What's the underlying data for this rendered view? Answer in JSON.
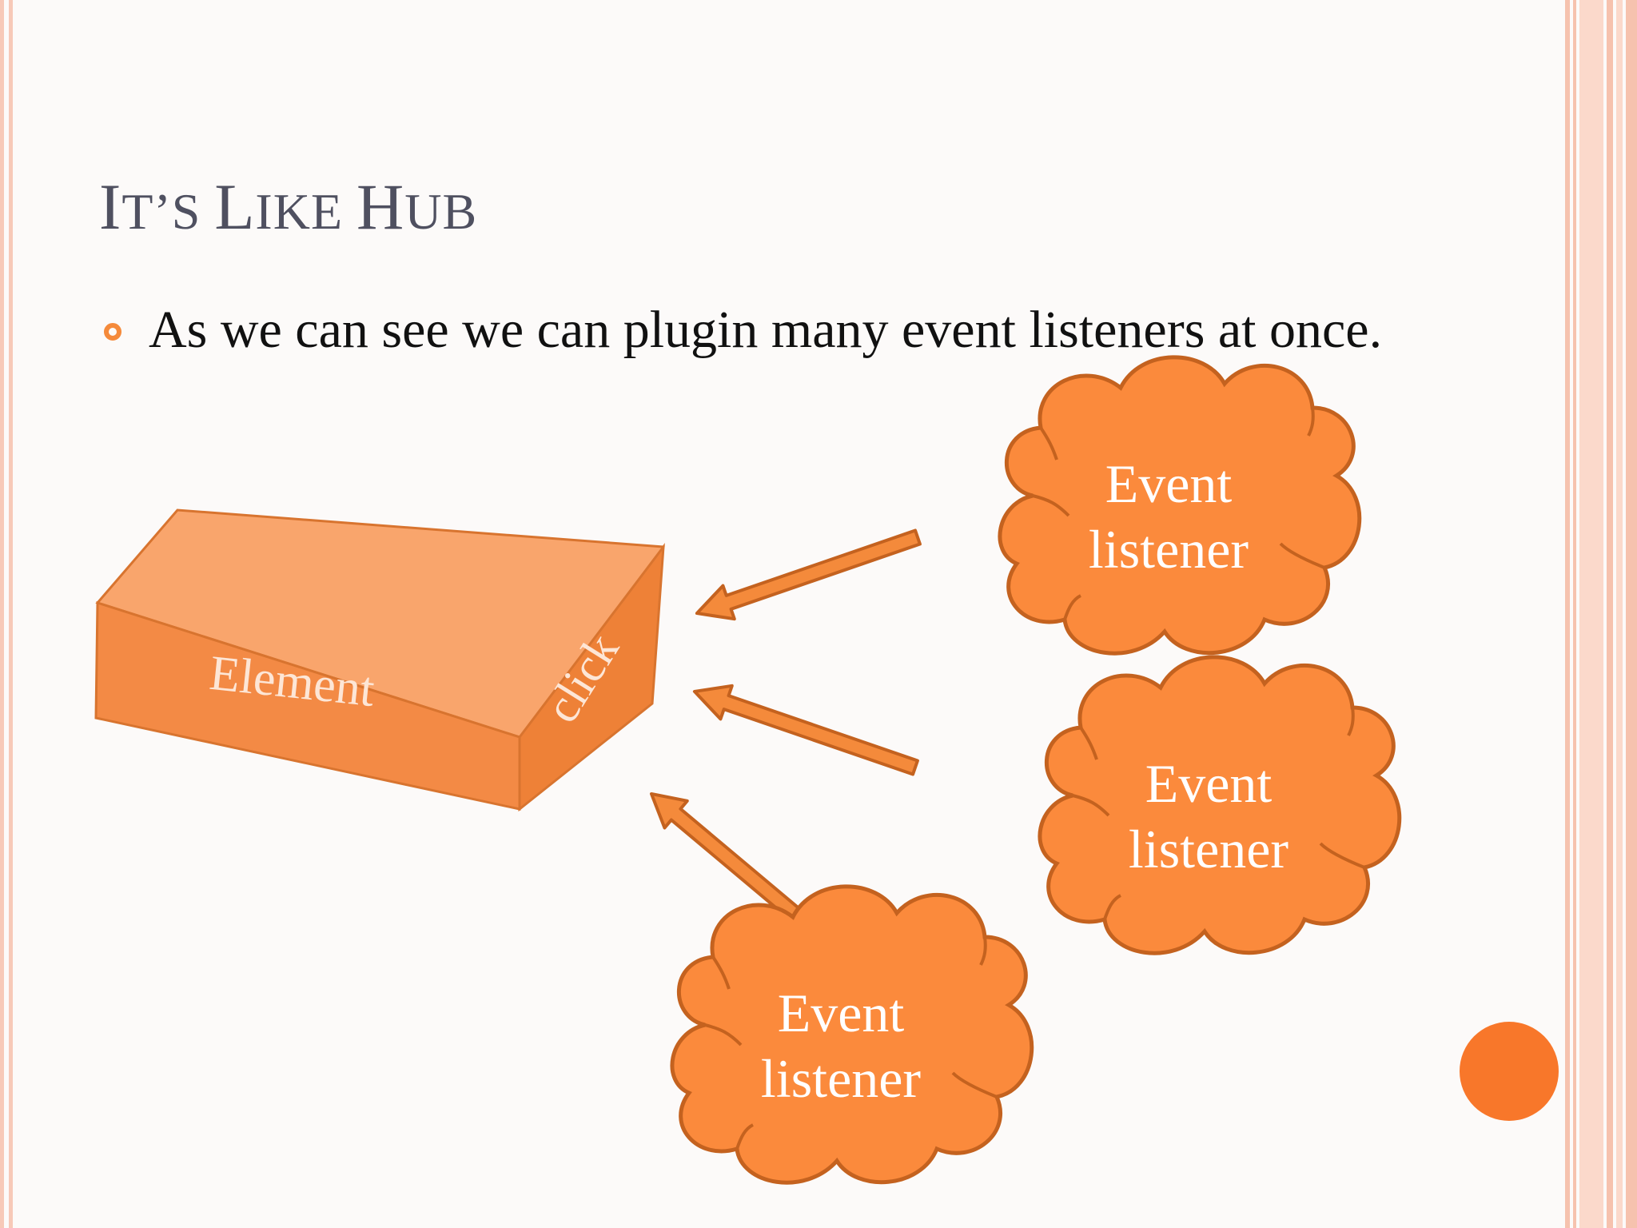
{
  "slide": {
    "title_parts": [
      {
        "text": "I",
        "size": "big"
      },
      {
        "text": "T’S ",
        "size": "small"
      },
      {
        "text": "L",
        "size": "big"
      },
      {
        "text": "IKE ",
        "size": "small"
      },
      {
        "text": "H",
        "size": "big"
      },
      {
        "text": "UB",
        "size": "small"
      }
    ],
    "bullets": [
      {
        "text": "As we can see we can plugin many event listeners at once."
      }
    ]
  },
  "diagram": {
    "element_label": "Element",
    "side_label": "click",
    "clouds": [
      {
        "line1": "Event",
        "line2": "listener"
      },
      {
        "line1": "Event",
        "line2": "listener"
      },
      {
        "line1": "Event",
        "line2": "listener"
      }
    ]
  },
  "colors": {
    "accent": "#f58a3b",
    "cloud_fill": "#fb8a3c",
    "cloud_stroke": "#c4621f",
    "box_front": "#f38a45",
    "box_top": "#f9a56c",
    "box_side": "#ee8137",
    "title": "#4f5060",
    "stripe": "#f7c9b8"
  }
}
